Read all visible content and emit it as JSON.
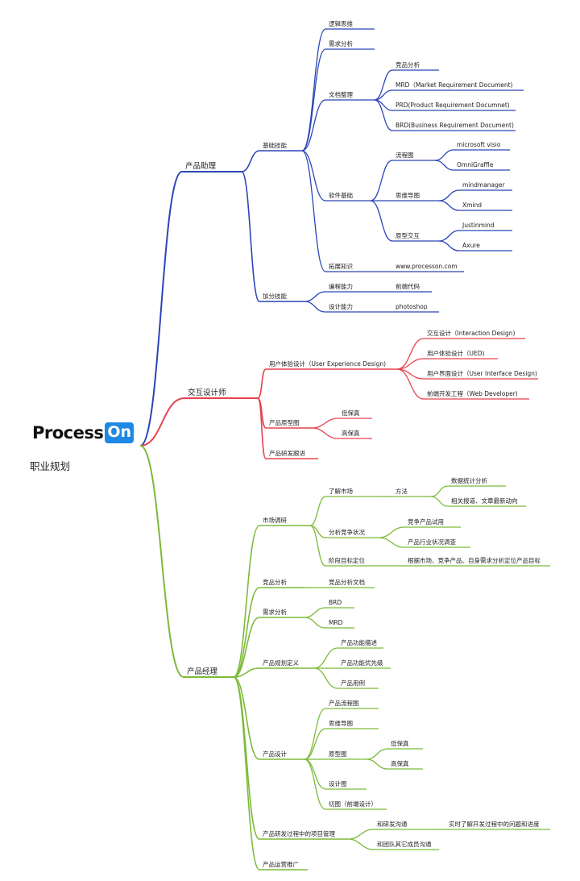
{
  "root": {
    "logo_text": "Process",
    "logo_badge": "On",
    "title": "职业规划"
  },
  "branches": [
    {
      "label": "产品助理",
      "color": "#2b45b8",
      "children": [
        {
          "label": "基础技能",
          "children": [
            {
              "label": "逻辑思维"
            },
            {
              "label": "需求分析"
            },
            {
              "label": "文档整理",
              "children": [
                {
                  "label": "竞品分析"
                },
                {
                  "label": "MRD（Market Requirement Document)"
                },
                {
                  "label": "PRD(Product Requirement Documnet)"
                },
                {
                  "label": "BRD(Business Requirement Document)"
                }
              ]
            },
            {
              "label": "软件基础",
              "children": [
                {
                  "label": "流程图",
                  "children": [
                    {
                      "label": "microsoft visio"
                    },
                    {
                      "label": "OmniGraffle"
                    }
                  ]
                },
                {
                  "label": "思维导图",
                  "children": [
                    {
                      "label": "mindmanager"
                    },
                    {
                      "label": "Xmind"
                    }
                  ]
                },
                {
                  "label": "原型交互",
                  "children": [
                    {
                      "label": "Justinmind"
                    },
                    {
                      "label": "Axure"
                    }
                  ]
                }
              ]
            },
            {
              "label": "拓展知识",
              "children": [
                {
                  "label": "www.processon.com"
                }
              ]
            }
          ]
        },
        {
          "label": "加分技能",
          "children": [
            {
              "label": "编程能力",
              "children": [
                {
                  "label": "前端代码"
                }
              ]
            },
            {
              "label": "设计能力",
              "children": [
                {
                  "label": "photoshop"
                }
              ]
            }
          ]
        }
      ]
    },
    {
      "label": "交互设计师",
      "color": "#e8424f",
      "children": [
        {
          "label": "用户体验设计（User Experience Design)",
          "children": [
            {
              "label": "交互设计（Interaction Design)"
            },
            {
              "label": "用户体验设计（UED)"
            },
            {
              "label": "用户界面设计（User Interface  Design)"
            },
            {
              "label": "前端开发工程（Web Developer)"
            }
          ]
        },
        {
          "label": "产品原型图",
          "children": [
            {
              "label": "低保真"
            },
            {
              "label": "高保真"
            }
          ]
        },
        {
          "label": "产品研发跟进"
        }
      ]
    },
    {
      "label": "产品经理",
      "color": "#7cba3a",
      "children": [
        {
          "label": "市场调研",
          "children": [
            {
              "label": "了解市场",
              "children": [
                {
                  "label": "方法",
                  "children": [
                    {
                      "label": "数据统计分析"
                    },
                    {
                      "label": "相关报道、文章最新动向"
                    }
                  ]
                }
              ]
            },
            {
              "label": "分析竞争状况",
              "children": [
                {
                  "label": "竞争产品试用"
                },
                {
                  "label": "产品行业状况调查"
                }
              ]
            },
            {
              "label": "阶段目标定位",
              "children": [
                {
                  "label": "根据市场、竞争产品、自身需求分析定位产品目标"
                }
              ]
            }
          ]
        },
        {
          "label": "竞品分析",
          "children": [
            {
              "label": "竞品分析文档"
            }
          ]
        },
        {
          "label": "需求分析",
          "children": [
            {
              "label": "BRD"
            },
            {
              "label": "MRD"
            }
          ]
        },
        {
          "label": "产品规划定义",
          "children": [
            {
              "label": "产品功能描述"
            },
            {
              "label": "产品功能优先级"
            },
            {
              "label": "产品用例"
            }
          ]
        },
        {
          "label": "产品设计",
          "children": [
            {
              "label": "产品流程图"
            },
            {
              "label": "思维导图"
            },
            {
              "label": "原型图",
              "children": [
                {
                  "label": "低保真"
                },
                {
                  "label": "高保真"
                }
              ]
            },
            {
              "label": "设计图"
            },
            {
              "label": "切图（前端设计）"
            }
          ]
        },
        {
          "label": "产品研发过程中的项目管理",
          "children": [
            {
              "label": "和研发沟通",
              "children": [
                {
                  "label": "实时了解开发过程中的问题和进度"
                }
              ]
            },
            {
              "label": "和团队其它成员沟通"
            }
          ]
        },
        {
          "label": "产品运营推广"
        }
      ]
    }
  ]
}
